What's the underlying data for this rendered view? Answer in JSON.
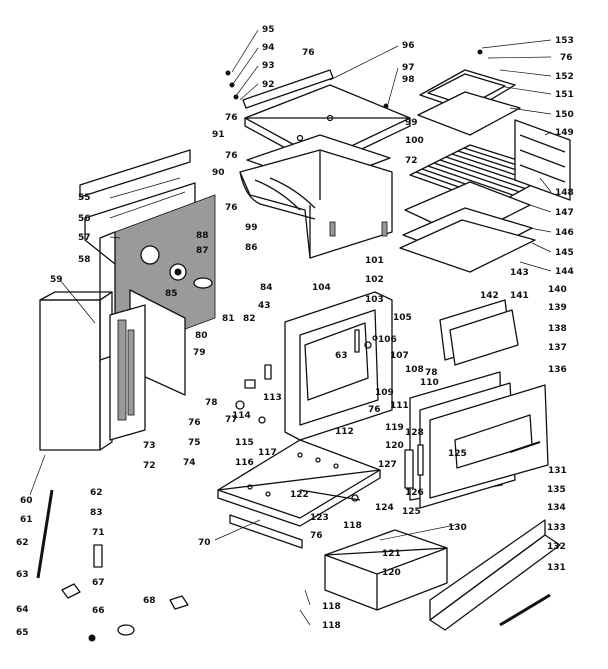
{
  "callouts": [
    {
      "id": "c1",
      "text": "153"
    },
    {
      "id": "c2",
      "text": "76"
    },
    {
      "id": "c3",
      "text": "152"
    },
    {
      "id": "c4",
      "text": "151"
    },
    {
      "id": "c5",
      "text": "150"
    },
    {
      "id": "c6",
      "text": "149"
    },
    {
      "id": "c7",
      "text": "148"
    },
    {
      "id": "c8",
      "text": "147"
    },
    {
      "id": "c9",
      "text": "146"
    },
    {
      "id": "c10",
      "text": "145"
    },
    {
      "id": "c11",
      "text": "144"
    },
    {
      "id": "c12",
      "text": "143"
    },
    {
      "id": "c13",
      "text": "142"
    },
    {
      "id": "c14",
      "text": "141"
    },
    {
      "id": "c15",
      "text": "140"
    },
    {
      "id": "c16",
      "text": "139"
    },
    {
      "id": "c17",
      "text": "138"
    },
    {
      "id": "c18",
      "text": "137"
    },
    {
      "id": "c19",
      "text": "136"
    },
    {
      "id": "c20",
      "text": "131"
    },
    {
      "id": "c21",
      "text": "95"
    },
    {
      "id": "c22",
      "text": "94"
    },
    {
      "id": "c23",
      "text": "93"
    },
    {
      "id": "c24",
      "text": "92"
    },
    {
      "id": "c25",
      "text": "76"
    },
    {
      "id": "c26",
      "text": "96"
    },
    {
      "id": "c27",
      "text": "97"
    },
    {
      "id": "c28",
      "text": "98"
    },
    {
      "id": "c29",
      "text": "99"
    },
    {
      "id": "c30",
      "text": "100"
    },
    {
      "id": "c31",
      "text": "72"
    },
    {
      "id": "c32",
      "text": "76"
    },
    {
      "id": "c33",
      "text": "91"
    },
    {
      "id": "c34",
      "text": "76"
    },
    {
      "id": "c35",
      "text": "90"
    },
    {
      "id": "c36",
      "text": "76"
    },
    {
      "id": "c37",
      "text": "99"
    },
    {
      "id": "c38",
      "text": "101"
    },
    {
      "id": "c39",
      "text": "55"
    },
    {
      "id": "c40",
      "text": "56"
    },
    {
      "id": "c41",
      "text": "57"
    },
    {
      "id": "c42",
      "text": "58"
    },
    {
      "id": "c43",
      "text": "88"
    },
    {
      "id": "c44",
      "text": "87"
    },
    {
      "id": "c45",
      "text": "86"
    },
    {
      "id": "c46",
      "text": "85"
    },
    {
      "id": "c47",
      "text": "84"
    },
    {
      "id": "c48",
      "text": "59"
    },
    {
      "id": "c49",
      "text": "102"
    },
    {
      "id": "c50",
      "text": "104"
    },
    {
      "id": "c51",
      "text": "103"
    },
    {
      "id": "c52",
      "text": "43"
    },
    {
      "id": "c53",
      "text": "105"
    },
    {
      "id": "c54",
      "text": "106"
    },
    {
      "id": "c55",
      "text": "107"
    },
    {
      "id": "c56",
      "text": "63"
    },
    {
      "id": "c57",
      "text": "81"
    },
    {
      "id": "c58",
      "text": "82"
    },
    {
      "id": "c59",
      "text": "80"
    },
    {
      "id": "c60",
      "text": "79"
    },
    {
      "id": "c61",
      "text": "78"
    },
    {
      "id": "c62",
      "text": "77"
    },
    {
      "id": "c63",
      "text": "76"
    },
    {
      "id": "c64",
      "text": "75"
    },
    {
      "id": "c65",
      "text": "74"
    },
    {
      "id": "c66",
      "text": "73"
    },
    {
      "id": "c67",
      "text": "72"
    },
    {
      "id": "c68",
      "text": "113"
    },
    {
      "id": "c69",
      "text": "114"
    },
    {
      "id": "c70",
      "text": "115"
    },
    {
      "id": "c71",
      "text": "116"
    },
    {
      "id": "c72",
      "text": "117"
    },
    {
      "id": "c73",
      "text": "62"
    },
    {
      "id": "c74",
      "text": "83"
    },
    {
      "id": "c75",
      "text": "108"
    },
    {
      "id": "c76",
      "text": "109"
    },
    {
      "id": "c77",
      "text": "110"
    },
    {
      "id": "c78",
      "text": "111"
    },
    {
      "id": "c79",
      "text": "78"
    },
    {
      "id": "c80",
      "text": "76"
    },
    {
      "id": "c81",
      "text": "112"
    },
    {
      "id": "c82",
      "text": "119"
    },
    {
      "id": "c83",
      "text": "128"
    },
    {
      "id": "c84",
      "text": "120"
    },
    {
      "id": "c85",
      "text": "125"
    },
    {
      "id": "c86",
      "text": "127"
    },
    {
      "id": "c87",
      "text": "126"
    },
    {
      "id": "c88",
      "text": "122"
    },
    {
      "id": "c89",
      "text": "124"
    },
    {
      "id": "c90",
      "text": "123"
    },
    {
      "id": "c91",
      "text": "118"
    },
    {
      "id": "c92",
      "text": "125"
    },
    {
      "id": "c93",
      "text": "130"
    },
    {
      "id": "c94",
      "text": "121"
    },
    {
      "id": "c95",
      "text": "120"
    },
    {
      "id": "c96",
      "text": "76"
    },
    {
      "id": "c97",
      "text": "135"
    },
    {
      "id": "c98",
      "text": "134"
    },
    {
      "id": "c99",
      "text": "133"
    },
    {
      "id": "c100",
      "text": "132"
    },
    {
      "id": "c101",
      "text": "131"
    },
    {
      "id": "c102",
      "text": "60"
    },
    {
      "id": "c103",
      "text": "61"
    },
    {
      "id": "c104",
      "text": "62"
    },
    {
      "id": "c105",
      "text": "63"
    },
    {
      "id": "c106",
      "text": "71"
    },
    {
      "id": "c107",
      "text": "67"
    },
    {
      "id": "c108",
      "text": "64"
    },
    {
      "id": "c109",
      "text": "66"
    },
    {
      "id": "c110",
      "text": "65"
    },
    {
      "id": "c111",
      "text": "68"
    },
    {
      "id": "c112",
      "text": "70"
    },
    {
      "id": "c113",
      "text": "118"
    },
    {
      "id": "c114",
      "text": "118"
    }
  ]
}
